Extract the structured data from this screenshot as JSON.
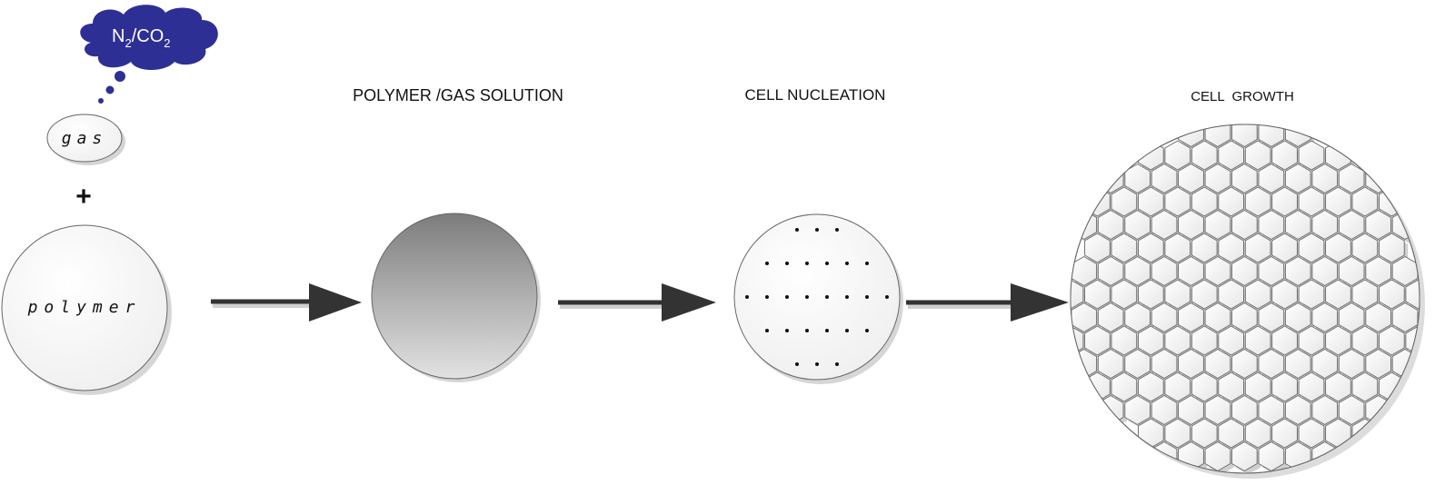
{
  "cloud": {
    "text_main": "N",
    "text_sub1": "2",
    "text_slash": "/CO",
    "text_sub2": "2",
    "fill": "#2e2f94"
  },
  "gas_label": "gas",
  "plus_symbol": "+",
  "polymer_label": "polymer",
  "stages": {
    "solution_title": "POLYMER /GAS SOLUTION",
    "nucleation_title": "CELL NUCLEATION",
    "growth_title": "CELL  GROWTH"
  },
  "colors": {
    "arrow": "#333333",
    "outline": "#555555",
    "shadow": "#d6d6d6",
    "cloud": "#2e2f94",
    "gradient_top": "#7c7c7c",
    "gradient_bottom": "#e2e2e2"
  },
  "nucleation_dot_rows": [
    3,
    6,
    8,
    6,
    3
  ]
}
